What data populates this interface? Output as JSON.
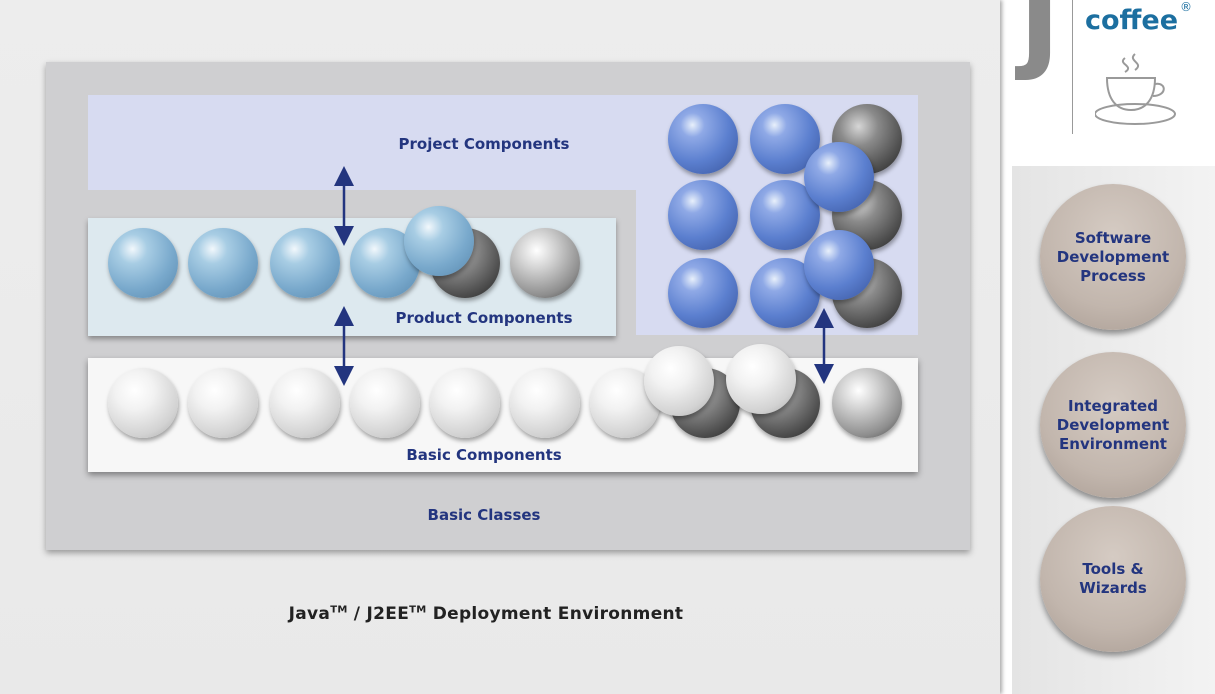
{
  "diagram": {
    "project_label": "Project Components",
    "product_label": "Product Components",
    "basic_components_label": "Basic Components",
    "basic_classes_label": "Basic Classes",
    "deployment": {
      "java": "Java",
      "tm1": "TM",
      "sep": " / J2EE",
      "tm2": "TM",
      "rest": " Deployment Environment"
    }
  },
  "sidebar": {
    "items": [
      {
        "label": "Software\nDevelopment\nProcess"
      },
      {
        "label": "Integrated\nDevelopment\nEnvironment"
      },
      {
        "label": "Tools &\nWizards"
      }
    ]
  },
  "logo": {
    "letter": "j",
    "word": "coffee",
    "mark": "®",
    "icon": "coffee-cup-icon"
  },
  "colors": {
    "label": "#23357f",
    "arrow": "#23357f",
    "logo": "#1c6fa0"
  }
}
